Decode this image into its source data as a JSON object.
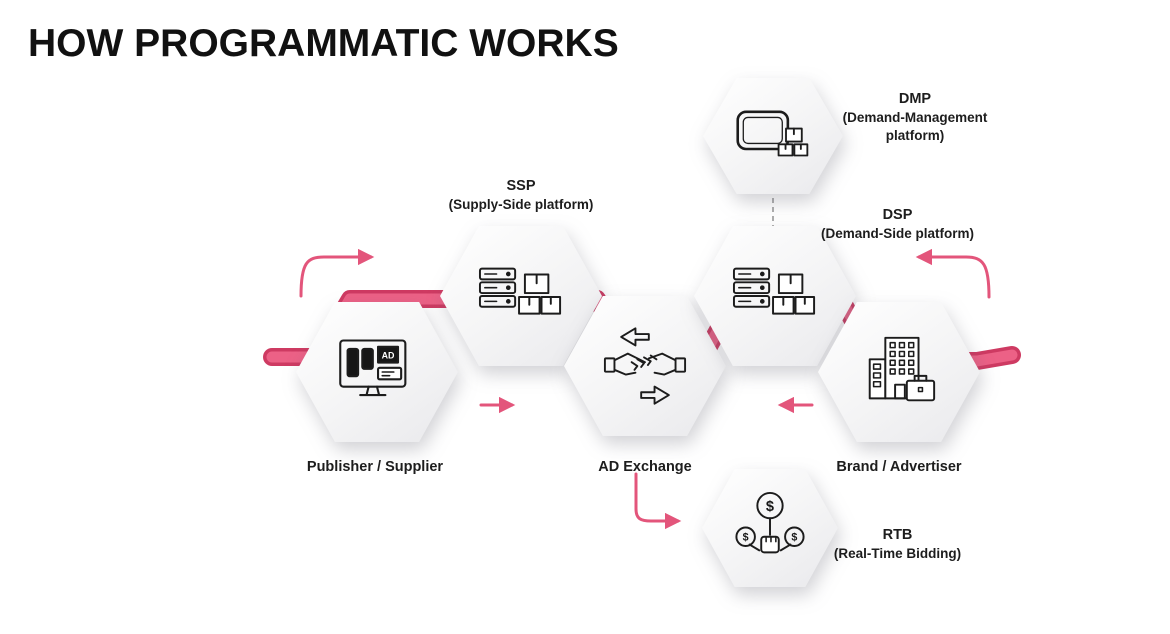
{
  "title": "HOW PROGRAMMATIC WORKS",
  "nodes": {
    "publisher": {
      "label": "Publisher / Supplier",
      "icon": "monitor-ad-icon",
      "icon_text": "AD"
    },
    "ssp": {
      "label": "SSP",
      "sublabel": "(Supply-Side platform)",
      "icon": "server-boxes-icon"
    },
    "ad_exchange": {
      "label": "AD Exchange",
      "icon": "handshake-arrows-icon"
    },
    "dsp": {
      "label": "DSP",
      "sublabel": "(Demand-Side platform)",
      "icon": "server-boxes-icon"
    },
    "brand": {
      "label": "Brand / Advertiser",
      "icon": "building-briefcase-icon"
    },
    "dmp": {
      "label": "DMP",
      "sublabel": "(Demand-Management platform)",
      "icon": "browser-boxes-icon"
    },
    "rtb": {
      "label": "RTB",
      "sublabel": "(Real-Time Bidding)",
      "icon": "dollar-paddles-icon",
      "dollar": "$"
    }
  },
  "colors": {
    "ribbon_edge": "#ce3a62",
    "ribbon_fill": "#ec6186",
    "arrow": "#e3557b",
    "icon_stroke": "#1c1c1c",
    "text": "#1d1d1d",
    "background": "#ffffff"
  }
}
